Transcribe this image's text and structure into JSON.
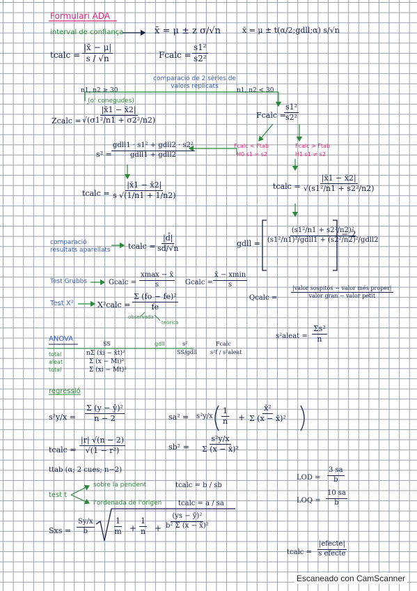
{
  "title": "Formulari ADA",
  "interval_label": "interval de confiança",
  "interval_f1": "x̄ = μ ± z σ/√n",
  "interval_f2": "x̄ = μ ± t(α/2;gdll;α) s/√n",
  "tcalc": {
    "lhs": "tcalc =",
    "num": "|x̄ − μ|",
    "den": "s / √n"
  },
  "fcalc": {
    "lhs": "Fcalc =",
    "num": "s1²",
    "den": "s2²"
  },
  "compare_label": "comparació de 2 sèries de valors replicats",
  "left_cond": "n1, n2 ≥ 30",
  "left_cond_note": "(o' conegudes)",
  "right_cond": "n1, n2 < 30",
  "zcalc": {
    "lhs": "Zcalc =",
    "num": "|x̄1 − x̄2|",
    "den": "√(σ1²/n1 + σ2²/n2)"
  },
  "fcalc2": {
    "lhs": "Fcalc =",
    "num": "s1²",
    "den": "s2²"
  },
  "f_less": "Fcalc < Ftab",
  "f_less_h": "H0  s1 = s2",
  "f_more": "Fcalc > Ftab",
  "f_more_h": "H1  s1 ≠ s2",
  "pooled": {
    "lhs": "s² =",
    "num": "gdll1 · s1² + gdll2 · s2²",
    "den": "gdll1 + gdll2"
  },
  "tcalc_pooled": {
    "lhs": "tcalc =",
    "num": "|x̄1 − x̄2|",
    "den": "s √(1/n1 + 1/n2)"
  },
  "tcalc_welch": {
    "lhs": "tcalc =",
    "num": "|x̄1 − x̄2|",
    "den": "√(s1²/n1 + s2²/n2)"
  },
  "gdll": {
    "lhs": "gdll =",
    "num": "(s1²/n1 + s2²/n2)²",
    "den": "(s1²/n1)²/gdll1 + (s2²/n2)²/gdll2",
    "tail": "− 2"
  },
  "paired_label": "comparació resultats aparellats",
  "paired": {
    "lhs": "tcalc =",
    "num": "|d̄|",
    "den": "sd/√n"
  },
  "grubbs_label": "Test Grubbs",
  "grubbs1": {
    "lhs": "Gcalc =",
    "num": "xmax − x̄",
    "den": "s"
  },
  "grubbs2": {
    "lhs": "Gcalc =",
    "num": "x̄ − xmin",
    "den": "s"
  },
  "chi_label": "Test X²",
  "chi": {
    "lhs": "X²calc =",
    "num": "Σ (fo − fe)²",
    "den": "fe"
  },
  "chi_obs": "observada",
  "chi_theo": "teòrica",
  "qcalc": {
    "lhs": "Qcalc =",
    "num": "|valor sospitós − valor més proper|",
    "den": "valor gran − valor petit"
  },
  "s2_aleat": {
    "lhs": "s²aleat =",
    "num": "Σs²",
    "den": "n"
  },
  "anova_label": "ANOVA",
  "anova_headers": [
    "SS",
    "gdll",
    "s²",
    "Fcalc"
  ],
  "anova_rows": [
    "total",
    "aleat",
    "total"
  ],
  "anova_ss": [
    "nΣ (x̄i − x̄t)²",
    "Σ (x − Mi)²",
    "Σ (xi − Mt)²"
  ],
  "anova_s2": "SS/gdll",
  "anova_f": "s²f / s²aleat",
  "regressio_label": "regressió",
  "syx": {
    "lhs": "s²y/x =",
    "num": "Σ (y − ŷ)²",
    "den": "n − 2"
  },
  "sa": {
    "lhs": "sa² =",
    "pre": "s²y/x",
    "t1n": "1",
    "t1d": "n",
    "t2n": "x̄²",
    "t2d": "Σ (x − x̄)²"
  },
  "tcalc_r": {
    "lhs": "tcalc =",
    "num": "|r| √(n − 2)",
    "den": "√(1 − r²)"
  },
  "sb": {
    "lhs": "sb² =",
    "num": "s²y/x",
    "den": "Σ (x − x̄)²"
  },
  "ttab_r": "ttab (α; 2 cues; n−2)",
  "lod": {
    "lhs": "LOD =",
    "num": "3 sa",
    "den": "b"
  },
  "loq": {
    "lhs": "LOQ =",
    "num": "10 sa",
    "den": "b"
  },
  "test_t_label": "test t",
  "slope_label": "sobre la pendent",
  "slope_f": "tcalc = b / sb",
  "intercept_label": "l'ordenada de l'origen",
  "intercept_f": "tcalc = a / sa",
  "sxs": {
    "lhs": "Sxs =",
    "pre_n": "Sy/x",
    "pre_d": "b",
    "r1n": "1",
    "r1d": "m",
    "r2n": "1",
    "r2d": "n",
    "r3n": "(ys − ȳ)²",
    "r3d": "b² Σ (x − x̄)²"
  },
  "tcalc_efect": {
    "lhs": "tcalc =",
    "num": "|efecte|",
    "den": "s efecte"
  },
  "watermark": "Escaneado con CamScanner"
}
